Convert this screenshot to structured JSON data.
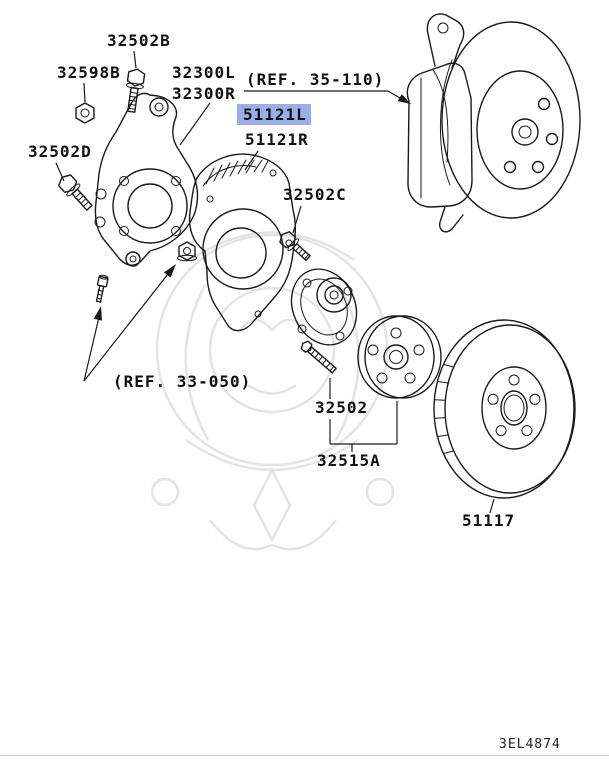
{
  "colors": {
    "highlight": "#9daee6"
  },
  "labels": {
    "l32502B": "32502B",
    "l32598B": "32598B",
    "l32300L": "32300L",
    "l32300R": "32300R",
    "ref35": "(REF. 35-110)",
    "l51121L": "51121L",
    "l51121R": "51121R",
    "l32502D": "32502D",
    "l32502C": "32502C",
    "ref33": "(REF. 33-050)",
    "l32502": "32502",
    "l32515A": "32515A",
    "l51117": "51117"
  },
  "footer": {
    "drawing_code": "3EL4874"
  }
}
